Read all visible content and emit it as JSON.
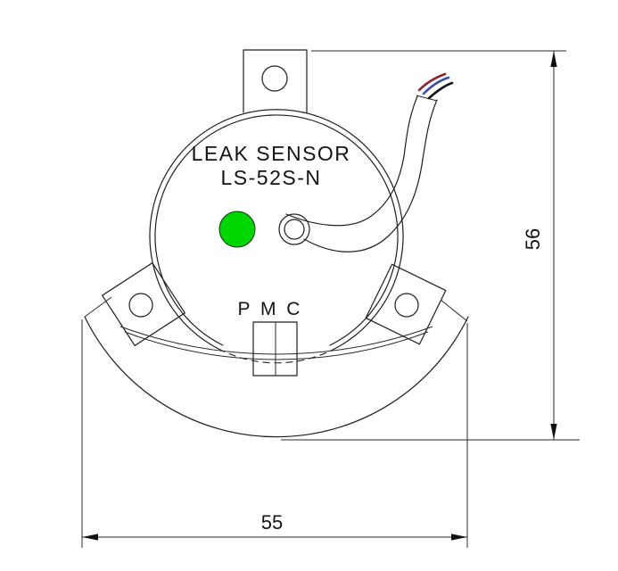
{
  "drawing": {
    "product": {
      "title": "LEAK SENSOR",
      "model": "LS-52S-N",
      "brand": "P M C"
    },
    "dimensions": {
      "height_mm": "56",
      "width_mm": "55"
    },
    "colors": {
      "led_green": "#00d600",
      "wire_red": "#8c2438",
      "wire_blue": "#3c4ca8",
      "wire_black": "#141414"
    }
  }
}
